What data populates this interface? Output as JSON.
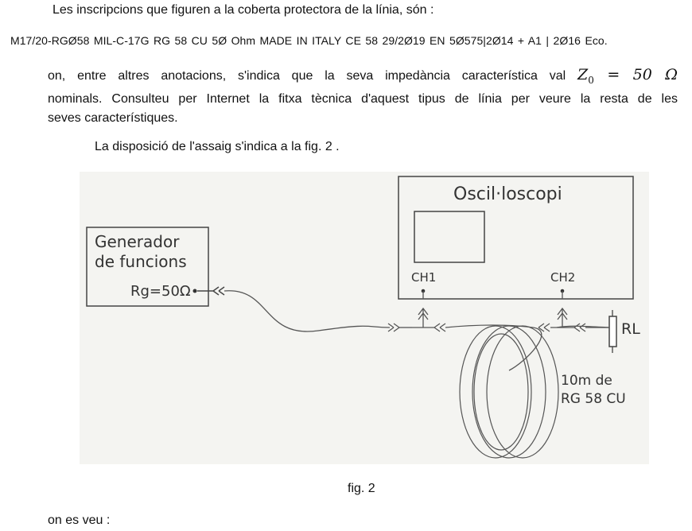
{
  "intro_text": "Les inscripcions que figuren a la coberta protectora de la línia, són :",
  "cable_inscription": "M17/20-RGØ58   MIL-C-17G   RG 58 CU   5Ø Ohm   MADE IN ITALY   CE  58  29/2Ø19  EN 5Ø575|2Ø14  +  A1 | 2Ø16  Eco.",
  "paragraph": {
    "line1_before": "on, entre altres anotacions, s'indica que la seva impedància característica val",
    "impedance_symbol": "Z",
    "impedance_sub": "0",
    "impedance_value": " = 50 Ω",
    "line2": "nominals. Consulteu per Internet la fitxa tècnica d'aquest tipus de línia per veure la resta de les",
    "line3": "seves característiques."
  },
  "disposition_text": "La disposició de l'assaig s'indica a la fig. 2 .",
  "figure": {
    "generator_line1": "Generador",
    "generator_line2": "de funcions",
    "generator_rg": "Rg=50Ω",
    "oscilloscope": "Oscil·loscopi",
    "ch1": "CH1",
    "ch2": "CH2",
    "load": "RL",
    "coil_line1": "10m de",
    "coil_line2": "RG 58 CU"
  },
  "figure_caption": "fig. 2",
  "outro_text": "on es veu :"
}
